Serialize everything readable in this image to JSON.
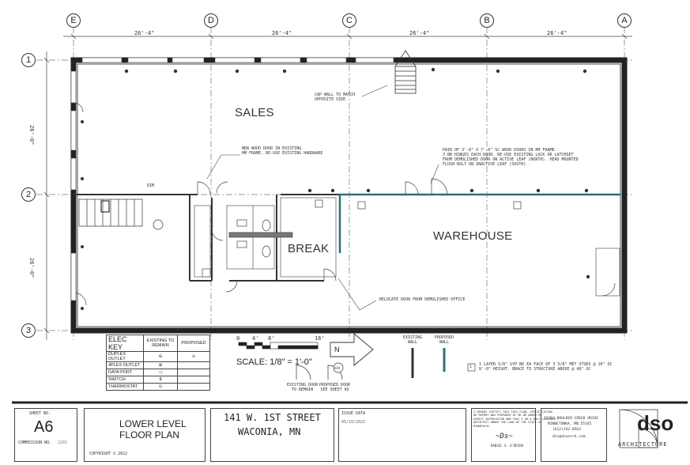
{
  "grid": {
    "columns": [
      "E",
      "D",
      "C",
      "B",
      "A"
    ],
    "rows": [
      "1",
      "2",
      "3"
    ],
    "column_spacing": [
      "26'-4\"",
      "26'-4\"",
      "26'-4\"",
      "26'-4\""
    ],
    "row_spacing": [
      "26'-0\"",
      "26'-0\""
    ]
  },
  "rooms": {
    "sales": "SALES",
    "break": "BREAK",
    "warehouse": "WAREHOUSE"
  },
  "notes": {
    "cap_wall": "CAP WALL TO MATCH\nOPPOSITE SIDE",
    "new_door": "NEW WOOD DOOR IN EXISTING\nHM FRAME. RE-USE EXISTING HARDWARE",
    "pair_doors": "PAIR OF 3'-0\" X 7'-0\" SC WOOD DOORS IN HM FRAME.\n3 BB HINGES EACH DOOR. RE-USE EXISTING LOCK OR LATCHSET\nFROM DEMOLISHED DOOR ON ACTIVE LEAF (NORTH). HEAD MOUNTED\nFLUSH BOLT ON INACTIVE LEAF (SOUTH)",
    "relocate_door": "RELOCATE DOOR FROM DEMOLISHED OFFICE",
    "wall_type": "1 LAYER 5/8\" GYP BD EA FACE OF 3 5/8\" MET STUDS @ 16\" OC\n8'-0\" HEIGHT. BRACE TO STRUCTURE ABOVE @ 48\" OC",
    "wall_type_tag": "1",
    "dim_tag": "DIM"
  },
  "elec_key": {
    "title": "ELEC KEY",
    "col_existing": "EXISTING TO\nREMAIN",
    "col_proposed": "PROPOSED",
    "items": [
      "DUPLEX OUTLET",
      "4PLEX OUTLET",
      "DATA PORT",
      "SWITCH",
      "THERMOSTAT"
    ]
  },
  "scale": {
    "ticks": [
      "0",
      "4'",
      "8'",
      "16'"
    ],
    "label": "SCALE: 1/8\" = 1'-0\""
  },
  "north": "N",
  "legend": {
    "existing_wall": "EXISTING\nWALL",
    "proposed_wall": "PROPOSED\nWALL",
    "existing_door": "EXISTING DOOR\nTO REMAIN",
    "proposed_door": "PROPOSED DOOR\nSEE SHEET A5",
    "door_tag": "XXX"
  },
  "title_block": {
    "sheet_no_label": "SHEET NO.",
    "sheet_no": "A6",
    "commission_label": "COMMISSION NO.",
    "commission_no": "2201",
    "sheet_title_1": "LOWER LEVEL",
    "sheet_title_2": "FLOOR PLAN",
    "copyright": "COPYRIGHT © 2022",
    "address_1": "141 W. 1ST STREET",
    "address_2": "WACONIA, MN",
    "issue_label": "ISSUE DATA",
    "issue_date": "05/10/2022",
    "cert": "I HEREBY CERTIFY THAT THIS PLAN, SPECIFICATION\nOR REPORT WAS PREPARED BY ME OR UNDER MY\nDIRECT SUPERVISION AND THAT I AM A DULY LICENSED\nARCHITECT UNDER THE LAWS OF THE STATE OF\nMINNESOTA.",
    "architect_name": "DANIEL S. O'BRIEN",
    "firm_address_1": "15703 BOULDER CREEK DRIVE",
    "firm_address_2": "MINNETONKA, MN 55345",
    "firm_phone": "(612)242-0563",
    "firm_email": "dsi@dsoarch.com",
    "logo_text": "dso",
    "logo_sub": "ARCHITECTURE"
  }
}
